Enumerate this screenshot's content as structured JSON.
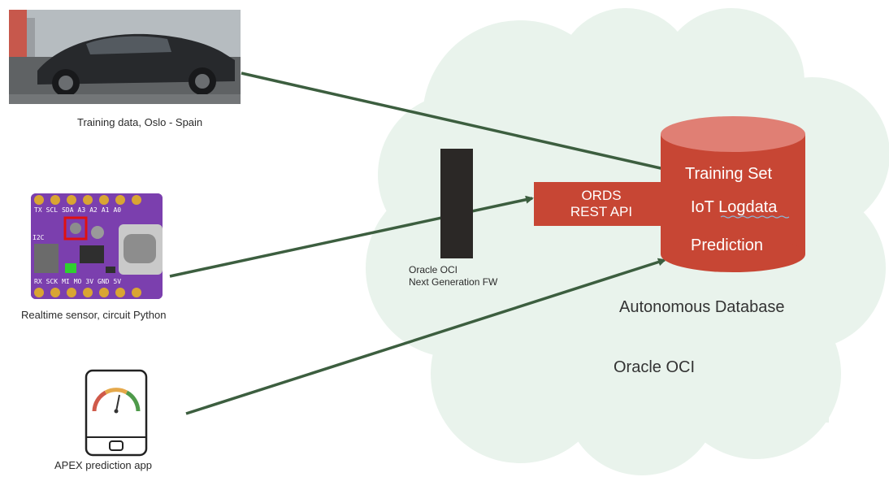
{
  "photos": {
    "car_caption": "Training data, Oslo - Spain",
    "sensor_caption": "Realtime sensor, circuit Python",
    "app_caption": "APEX prediction app"
  },
  "sensor_board": {
    "top_pins": [
      "TX",
      "SCL",
      "SDA",
      "A3",
      "A2",
      "A1",
      "A0"
    ],
    "bottom_pins": [
      "RX",
      "SCK",
      "MI",
      "MO",
      "3V",
      "GND",
      "5V"
    ],
    "side_label": "I2C"
  },
  "firewall": {
    "label_line1": "Oracle OCI",
    "label_line2": "Next Generation FW"
  },
  "ords": {
    "line1": "ORDS",
    "line2": "REST API"
  },
  "database": {
    "items": [
      "Training Set",
      "IoT Logdata",
      "Prediction"
    ],
    "caption": "Autonomous Database"
  },
  "cloud": {
    "label": "Oracle OCI"
  },
  "colors": {
    "cloud_fill": "#e9f3ec",
    "arrow": "#3c5e3f",
    "oracle_red": "#c74634",
    "db_top": "#e07f74",
    "firewall": "#2b2826"
  }
}
